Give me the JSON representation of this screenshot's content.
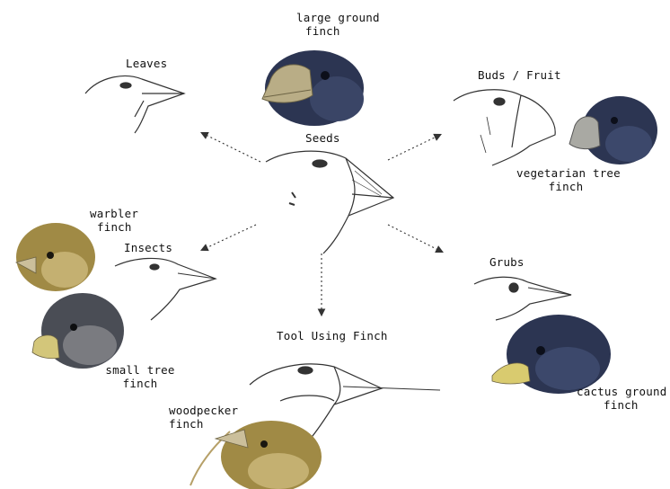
{
  "diagram": {
    "center": {
      "label": "Seeds"
    },
    "diets": {
      "leaves": "Leaves",
      "buds_fruit": "Buds / Fruit",
      "insects": "Insects",
      "grubs": "Grubs",
      "tool": "Tool Using Finch"
    },
    "finches": {
      "large_ground": [
        "large ground",
        "finch"
      ],
      "vegetarian_tree": [
        "vegetarian tree",
        "finch"
      ],
      "warbler": [
        "warbler",
        "finch"
      ],
      "small_tree": [
        "small tree",
        "finch"
      ],
      "woodpecker": [
        "woodpecker",
        "finch"
      ],
      "cactus_ground": [
        "cactus ground",
        "finch"
      ]
    },
    "colors": {
      "dark_blue_finch": "#2c3552",
      "olive_finch": "#a08a45",
      "gray_finch": "#4a4d55",
      "beak": "#b9ad86",
      "line_art": "#333333"
    }
  }
}
